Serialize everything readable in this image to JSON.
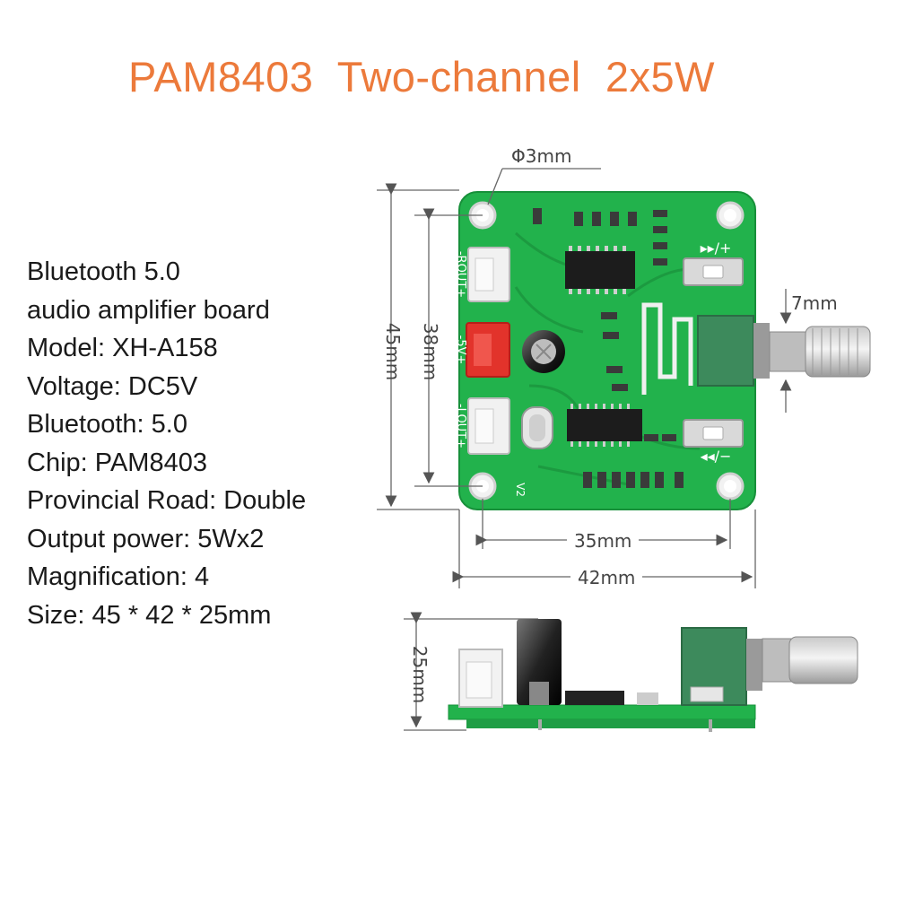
{
  "title": "PAM8403  Two-channel  2x5W",
  "specs": [
    "Bluetooth 5.0",
    "audio amplifier board",
    "Model: XH-A158",
    "Voltage: DC5V",
    "Bluetooth: 5.0",
    "Chip: PAM8403",
    "Provincial Road: Double",
    "Output power: 5Wx2",
    "Magnification: 4",
    "Size: 45 * 42 * 25mm"
  ],
  "dimensions": {
    "hole": "Φ3mm",
    "shaft": "7mm",
    "height_outer": "45mm",
    "height_holes": "38mm",
    "width_holes": "35mm",
    "width_outer": "42mm",
    "thickness": "25mm"
  },
  "board_labels": {
    "rout": "-ROUT+",
    "power": "-5V+",
    "lout": "-LOUT+",
    "version": "V2",
    "plus_btn": "▸▸/+",
    "minus_btn": "◂◂/−"
  },
  "colors": {
    "title": "#ec7a3b",
    "pcb": "#22b24c",
    "pcb_dark": "#1c9a40"
  }
}
